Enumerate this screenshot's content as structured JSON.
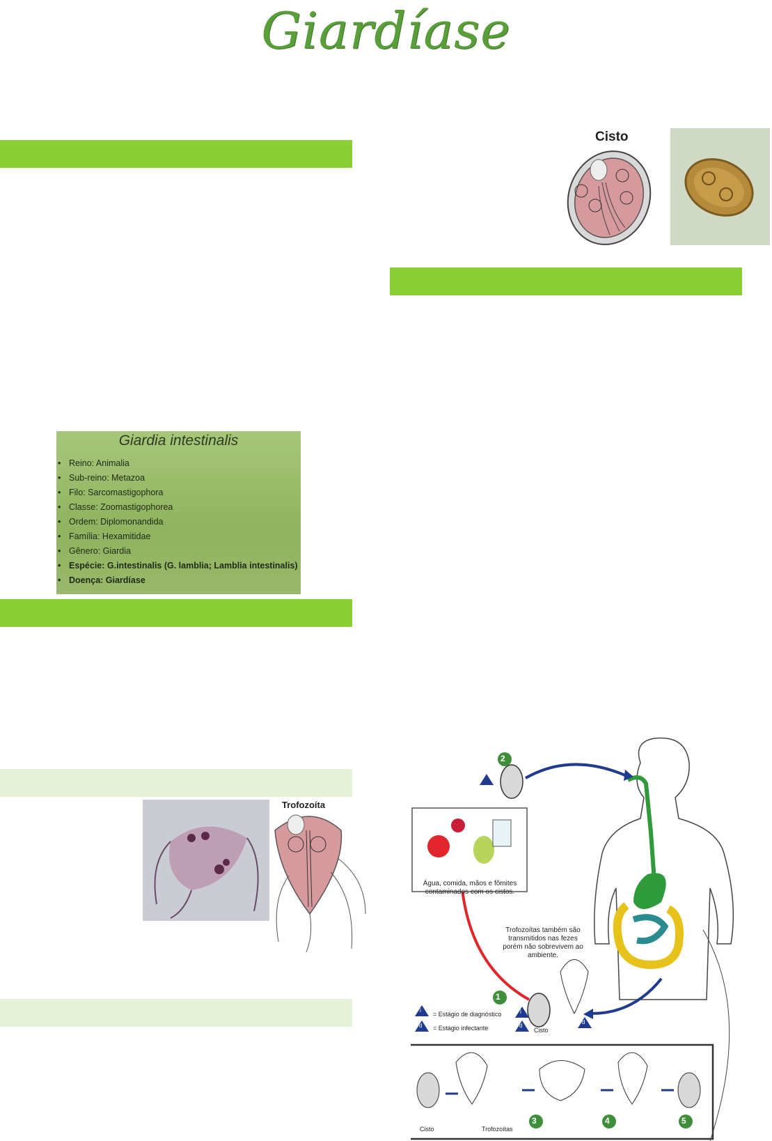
{
  "page": {
    "title": "Giardíase"
  },
  "taxonomy": {
    "heading": "Giardia intestinalis",
    "items": [
      {
        "text": "Reino: Animalia",
        "bold": false
      },
      {
        "text": "Sub-reino: Metazoa",
        "bold": false
      },
      {
        "text": "Filo: Sarcomastigophora",
        "bold": false
      },
      {
        "text": "Classe: Zoomastigophorea",
        "bold": false
      },
      {
        "text": "Ordem: Diplomonandida",
        "bold": false
      },
      {
        "text": "Família: Hexamitidae",
        "bold": false
      },
      {
        "text": "Gênero: Giardia",
        "bold": false
      },
      {
        "text": "Espécie: G.intestinalis (G. lamblia; Lamblia intestinalis)",
        "bold": true
      },
      {
        "text": "Doença: Giardíase",
        "bold": true
      }
    ]
  },
  "figures": {
    "cyst_label": "Cisto",
    "trophozoite_label": "Trofozoíta"
  },
  "lifecycle": {
    "food_caption": "Água, comida, mãos e fômites contaminados com os cistos.",
    "transmission_note": "Trofozoítas também são transmitidos nas fezes porém não sobrevivem ao ambiente.",
    "legend_diagnostic": "= Estágio de diagnóstico",
    "legend_infective": "= Estágio infectante",
    "cyst_label": "Cisto",
    "troph_label": "Trofozoítas",
    "cyst_bottom_label": "Cisto",
    "steps": [
      "1",
      "2",
      "3",
      "4",
      "5"
    ],
    "marker_i": "i",
    "marker_d": "d"
  },
  "colors": {
    "bar": "#8bcf36",
    "bar_light": "#e6f2d8",
    "title": "#5a9e3a"
  }
}
